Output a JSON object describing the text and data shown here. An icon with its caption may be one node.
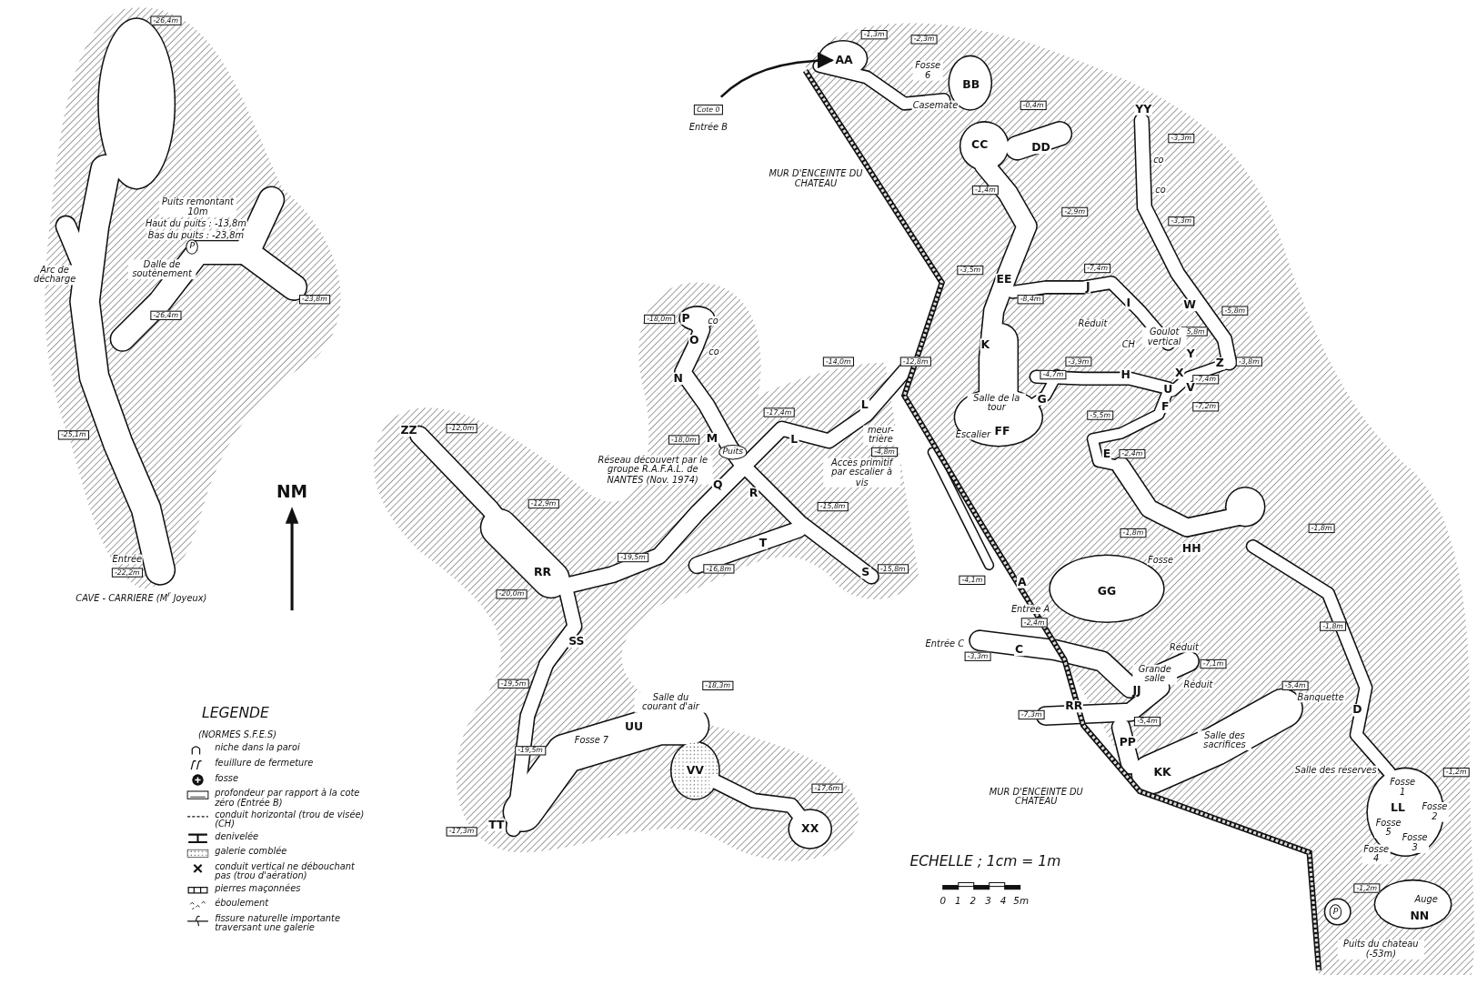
{
  "diagram": {
    "nodes": [
      {
        "text": [
          "Cote 0",
          "Entrée B"
        ]
      },
      {
        "text": [
          "AA"
        ]
      }
    ],
    "edges": [
      {
        "from": 0,
        "to": 1,
        "arrow": "to"
      }
    ],
    "labels": [
      "-26,4m",
      "Puits remontant 10m",
      "Haut du puits : -13,8m",
      "Bas du puits : -23,8m",
      "P",
      "Arc de décharge",
      "Dalle de soutènement",
      "-26,4m",
      "-23,8m",
      "-25,1m",
      "Entrée",
      "-22,2m",
      "CAVE - CARRIERE (M$^{r}$ Joyeux)",
      "NM",
      "-18,0m",
      "P",
      "co",
      "O",
      "co",
      "N",
      "ZZ",
      "-12,0m",
      "-18,0m",
      "M",
      "Puits",
      "-17,4m",
      "L",
      "Réseau découvert par le groupe R.A.F.A.L. de NANTES (Nov. 1974)",
      "Q",
      "R",
      "-15,8m",
      "-12,9m",
      "RR",
      "T",
      "-19,5m",
      "-16,8m",
      "S",
      "-15,8m",
      "-20,0m",
      "SS",
      "-19,5m",
      "-18,3m",
      "Salle du courant d'air",
      "UU",
      "Fosse 7",
      "-19,5m",
      "VV",
      "-17,6m",
      "TT",
      "-17,3m",
      "XX",
      "-1,3m",
      "-2,3m",
      "Fosse 6",
      "BB",
      "Casemate",
      "-0,4m",
      "YY",
      "CC",
      "DD",
      "-3,3m",
      "co",
      "MUR D'ENCEINTE DU CHATEAU",
      "-1,4m",
      "co",
      "-2,9m",
      "-3,3m",
      "-3,5m",
      "-7,4m",
      "EE",
      "J",
      "-8,4m",
      "I",
      "W",
      "-5,8m",
      "Réduit",
      "-5,8m",
      "K",
      "CH",
      "Goulot vertical",
      "-14,0m",
      "-12,8m",
      "-3,9m",
      "Y",
      "Z",
      "-3,8m",
      "-4,7m",
      "H",
      "X",
      "-7,4m",
      "U",
      "V",
      "L",
      "G",
      "Salle de la tour",
      "-5,5m",
      "F",
      "-7,2m",
      "FF",
      "meur- trière",
      "Escalier",
      "-4,8m",
      "Accès primitif par escalier à vis",
      "E",
      "-2,4m",
      "-1,8m",
      "-1,8m",
      "HH",
      "Fosse",
      "-4,1m",
      "A",
      "GG",
      "Entrée A",
      "-2,4m",
      "Entrée C",
      "C",
      "-3,3m",
      "Réduit",
      "-7,1m",
      "Grande salle",
      "Réduit",
      "JJ",
      "-5,4m",
      "Banquette",
      "RR",
      "-1,8m",
      "D",
      "-7,3m",
      "-5,4m",
      "PP",
      "Salle des sacrifices",
      "KK",
      "MUR D'ENCEINTE DU CHATEAU",
      "Salle des réserves",
      "-1,2m",
      "Fosse 1",
      "LL",
      "Fosse 2",
      "ECHELLE ; 1cm = 1m",
      "Fosse 5",
      "Fosse 3",
      "Fosse 4",
      "0",
      "1",
      "2",
      "3",
      "4",
      "5m",
      "-1,2m",
      "P",
      "Auge",
      "NN",
      "Puits du chateau (-53m)",
      "LEGENDE",
      "(NORMES S.F.E.S)"
    ],
    "legend": [
      {
        "text": "niche dans la paroi"
      },
      {
        "text": "feuillure de fermeture"
      },
      {
        "text": "fosse"
      },
      {
        "text": "profondeur par rapport à la cote zéro (Entrée B)"
      },
      {
        "text": "conduit horizontal (trou de visée)(CH)"
      },
      {
        "text": "denivelée"
      },
      {
        "text": "galerie comblée"
      },
      {
        "text": "conduit vertical ne débouchant pas (trou d'aération)"
      },
      {
        "text": "pierres maçonnées"
      },
      {
        "text": "éboulement"
      },
      {
        "text": "fissure naturelle importante traversant une galerie"
      }
    ]
  }
}
